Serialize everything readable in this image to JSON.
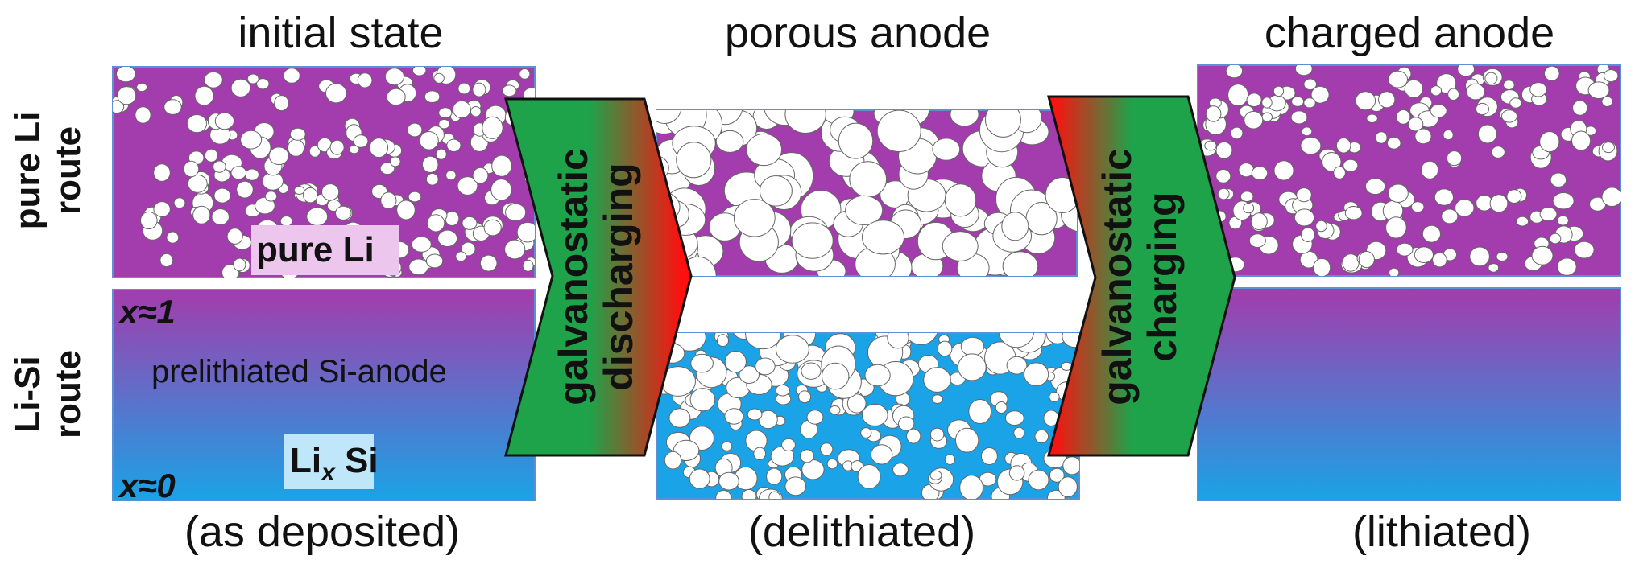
{
  "columns": {
    "initial": {
      "title": "initial state",
      "caption": "(as deposited)"
    },
    "porous": {
      "title": "porous anode",
      "caption": "(delithiated)"
    },
    "charged": {
      "title": "charged anode",
      "caption": "(lithiated)"
    }
  },
  "rows": {
    "pure_li": {
      "line1": "pure Li",
      "line2": "route"
    },
    "li_si": {
      "line1": "Li-Si",
      "line2": "route"
    }
  },
  "labels": {
    "pure_li_box": "pure Li",
    "prelithiated": "prelithiated Si-anode",
    "lix_si_main": "Li",
    "lix_si_sub": "x",
    "lix_si_tail": "Si",
    "x_top": "x≈1",
    "x_bottom": "x≈0"
  },
  "arrows": {
    "discharging": {
      "line1": "galvanostatic",
      "line2": "discharging"
    },
    "charging": {
      "line1": "galvanostatic",
      "line2": "charging"
    }
  },
  "colors": {
    "magenta": "#a33cac",
    "blue": "#1aa3e6",
    "green": "#1ea34a",
    "red": "#ff0f0f",
    "frame": "#5b8fd6"
  }
}
